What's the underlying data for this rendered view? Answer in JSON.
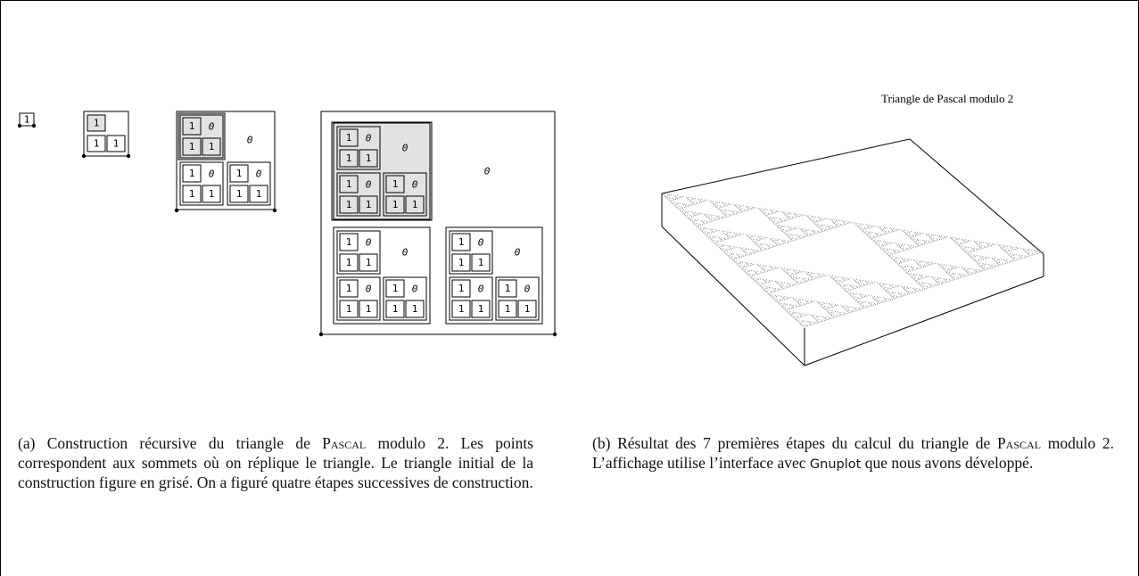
{
  "figure_a": {
    "one": "1",
    "zero": "0",
    "steps": 4
  },
  "figure_b": {
    "title": "Triangle de Pascal modulo 2",
    "pattern_color": "#555555"
  },
  "captions": {
    "a": {
      "label": "(a)",
      "part1": "Construction récursive du triangle de",
      "pascal": "Pascal",
      "part2": "modulo 2. Les points correspondent aux sommets où on réplique le triangle. Le triangle initial de la construction figure en grisé. On a figuré quatre étapes successives de construction."
    },
    "b": {
      "label": "(b)",
      "part1": "Résultat des 7 premières étapes du calcul du triangle de",
      "pascal": "Pascal",
      "part2": "modulo 2. L’affichage utilise l’interface avec",
      "gnuplot": "Gnuplot",
      "part3": "que nous avons développé."
    }
  },
  "colors": {
    "grey_fill": "#e2e2e2",
    "line": "#000000"
  }
}
